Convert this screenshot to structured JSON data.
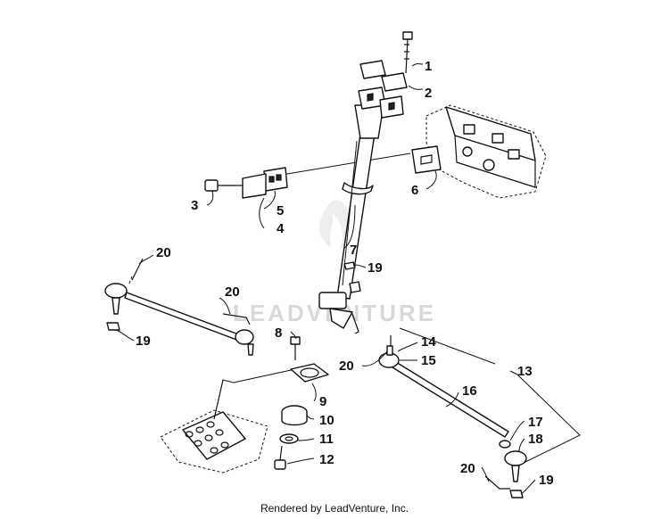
{
  "diagram": {
    "callouts": [
      {
        "id": "c1",
        "text": "1"
      },
      {
        "id": "c2",
        "text": "2"
      },
      {
        "id": "c3",
        "text": "3"
      },
      {
        "id": "c4",
        "text": "4"
      },
      {
        "id": "c5",
        "text": "5"
      },
      {
        "id": "c6",
        "text": "6"
      },
      {
        "id": "c7",
        "text": "7"
      },
      {
        "id": "c8",
        "text": "8"
      },
      {
        "id": "c9",
        "text": "9"
      },
      {
        "id": "c10",
        "text": "10"
      },
      {
        "id": "c11",
        "text": "11"
      },
      {
        "id": "c12",
        "text": "12"
      },
      {
        "id": "c13",
        "text": "13"
      },
      {
        "id": "c14",
        "text": "14"
      },
      {
        "id": "c15",
        "text": "15"
      },
      {
        "id": "c16",
        "text": "16"
      },
      {
        "id": "c17",
        "text": "17"
      },
      {
        "id": "c18",
        "text": "18"
      },
      {
        "id": "c19a",
        "text": "19"
      },
      {
        "id": "c19b",
        "text": "19"
      },
      {
        "id": "c19c",
        "text": "19"
      },
      {
        "id": "c20a",
        "text": "20"
      },
      {
        "id": "c20b",
        "text": "20"
      },
      {
        "id": "c20c",
        "text": "20"
      },
      {
        "id": "c20d",
        "text": "20"
      }
    ],
    "watermark": "LEADVENTURE"
  },
  "footer": {
    "credit": "Rendered by LeadVenture, Inc."
  }
}
